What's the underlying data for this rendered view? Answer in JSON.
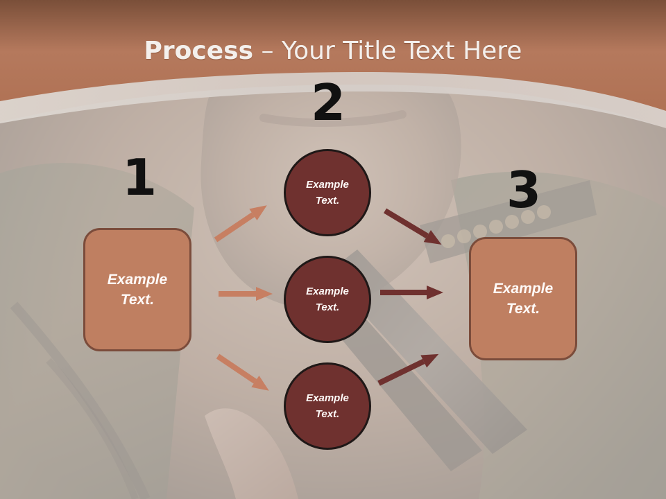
{
  "slide": {
    "title": {
      "strong": "Process",
      "separator": " – ",
      "rest": "Your Title Text Here"
    },
    "numbers": [
      "1",
      "2",
      "3"
    ],
    "left_box": {
      "text_line_1": "Example",
      "text_line_2": "Text."
    },
    "circles": [
      {
        "text_line_1": "Example",
        "text_line_2": "Text."
      },
      {
        "text_line_1": "Example",
        "text_line_2": "Text."
      },
      {
        "text_line_1": "Example",
        "text_line_2": "Text."
      }
    ],
    "right_box": {
      "text_line_1": "Example",
      "text_line_2": "Text."
    }
  },
  "colors": {
    "header": "#b5795d",
    "box": "#bf7f61",
    "circle": "#6f312f",
    "arrow_light": "#c77f62",
    "arrow_dark": "#6f312f"
  }
}
